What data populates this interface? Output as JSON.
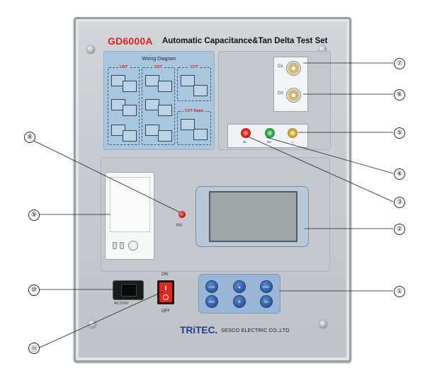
{
  "header": {
    "model": "GD6000A",
    "title": "Automatic Capacitance&Tan Delta Test Set"
  },
  "wiring_diagram": {
    "title": "Wiring Diagram",
    "sections": [
      "UST",
      "GST",
      "CVT",
      "CVT Ratio"
    ]
  },
  "terminals": {
    "cx_label": "Cx",
    "cn_label": "Cn",
    "post_labels": [
      "dL",
      "dH",
      "⊥"
    ]
  },
  "indicator": {
    "hv_label": "HV"
  },
  "power": {
    "socket_label": "AC220V",
    "switch_on": "ON",
    "switch_off": "OFF"
  },
  "keypad": {
    "keys": [
      "LCD",
      "▲",
      "ESC",
      "RST",
      "▼",
      "OK"
    ]
  },
  "footer": {
    "brand": "TRiTEC.",
    "company": "SESCO ELECTRIC CO.,LTD"
  },
  "callouts": [
    "①",
    "②",
    "③",
    "④",
    "⑤",
    "⑥",
    "⑦",
    "⑧",
    "⑨",
    "⑩",
    "⑪"
  ],
  "colors": {
    "model_red": "#e02020",
    "brand_blue": "#243f8a",
    "keypad_blue": "#2e5ea8",
    "switch_red": "#e8261e"
  }
}
